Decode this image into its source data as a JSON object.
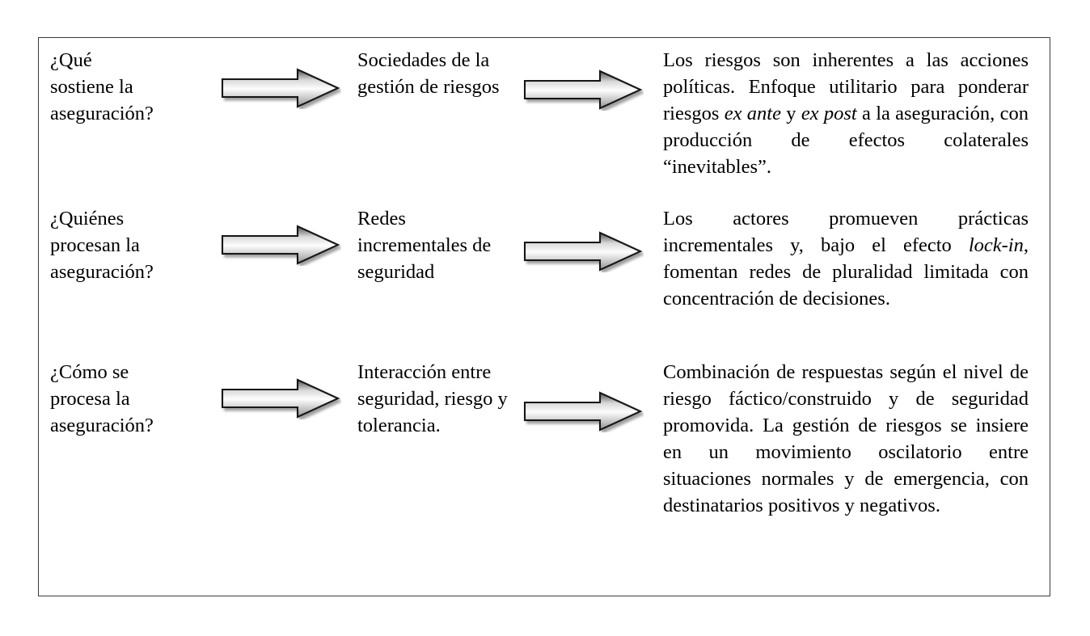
{
  "diagram": {
    "frame_border_color": "#3c3c3c",
    "background_color": "#ffffff",
    "text_color": "#000000",
    "arrow_icon_name": "right-block-arrow-icon",
    "arrow_outline_color": "#1a1a1a",
    "arrow_gradient_from": "#5a5a5a",
    "arrow_gradient_mid": "#fbfbfb",
    "arrow_gradient_to": "#9a9a9a",
    "rows": [
      {
        "question": "¿Qué\nsostiene la\naseguración?",
        "middle": "Sociedades de la\ngestión de riesgos",
        "answer_html": "Los riesgos son inherentes a las acciones políticas. Enfoque utilitario para ponderar riesgos <i>ex ante</i> y <i>ex post</i> a la aseguración, con producción de efectos colaterales “inevitables”.",
        "answer_text": "Los riesgos son inherentes a las acciones políticas. Enfoque utilitario para ponderar riesgos ex ante y ex post a la aseguración, con producción de efectos colaterales “inevitables”."
      },
      {
        "question": "¿Quiénes\nprocesan la\naseguración?",
        "middle": "Redes\nincrementales de\nseguridad",
        "answer_html": "Los actores promueven prácticas incrementales y, bajo el efecto <i>lock-in</i>, fomentan redes de pluralidad limitada con concentración de decisiones.",
        "answer_text": "Los actores promueven prácticas incrementales y, bajo el efecto lock-in, fomentan redes de pluralidad limitada con concentración de decisiones."
      },
      {
        "question": "¿Cómo se\nprocesa la\naseguración?",
        "middle": "Interacción entre\nseguridad, riesgo y\ntolerancia.",
        "answer_html": "Combinación de respuestas según el nivel de riesgo fáctico/construido y de seguridad promovida. La gestión de riesgos se insiere en un movimiento oscilatorio entre situaciones normales y de emergencia, con destinatarios positivos y negativos.",
        "answer_text": "Combinación de respuestas según el nivel de riesgo fáctico/construido y de seguridad promovida. La gestión de riesgos se insiere en un movimiento oscilatorio entre situaciones normales y de emergencia, con destinatarios positivos y negativos."
      }
    ]
  }
}
